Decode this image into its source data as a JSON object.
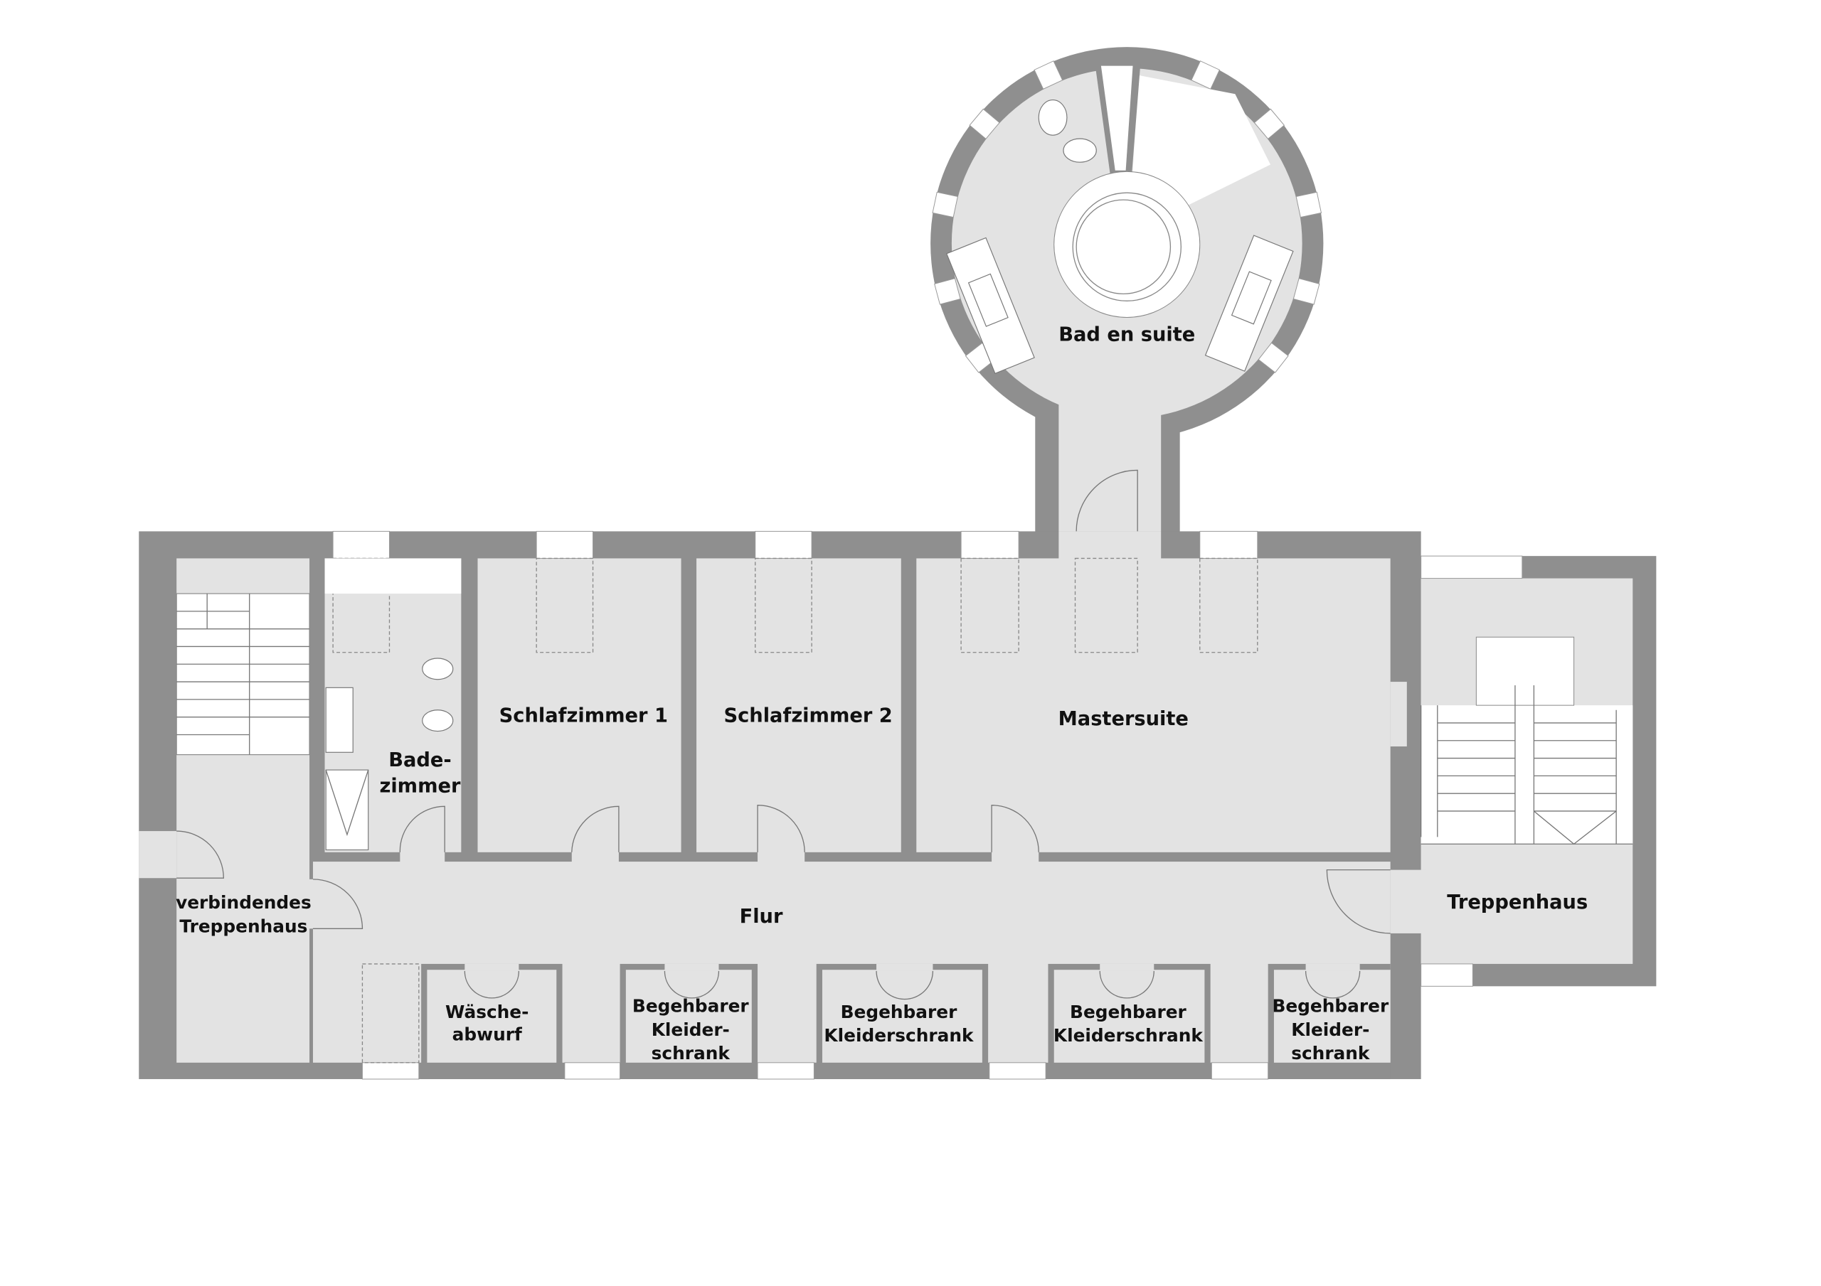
{
  "plan": {
    "colors": {
      "wall": "#8f8f8f",
      "floor": "#e3e3e3",
      "background": "#ffffff"
    },
    "rooms": {
      "bad_en_suite": "Bad en suite",
      "badezimmer": [
        "Bade-",
        "zimmer"
      ],
      "schlafzimmer_1": "Schlafzimmer 1",
      "schlafzimmer_2": "Schlafzimmer 2",
      "mastersuite": "Mastersuite",
      "verbindendes_treppenhaus": [
        "verbindendes",
        "Treppenhaus"
      ],
      "flur": "Flur",
      "treppenhaus": "Treppenhaus",
      "waescheabwurf": [
        "Wäsche-",
        "abwurf"
      ],
      "kleiderschrank_1": [
        "Begehbarer",
        "Kleider-",
        "schrank"
      ],
      "kleiderschrank_2": [
        "Begehbarer",
        "Kleiderschrank"
      ],
      "kleiderschrank_3": [
        "Begehbarer",
        "Kleiderschrank"
      ],
      "kleiderschrank_4": [
        "Begehbarer",
        "Kleider-",
        "schrank"
      ]
    }
  }
}
